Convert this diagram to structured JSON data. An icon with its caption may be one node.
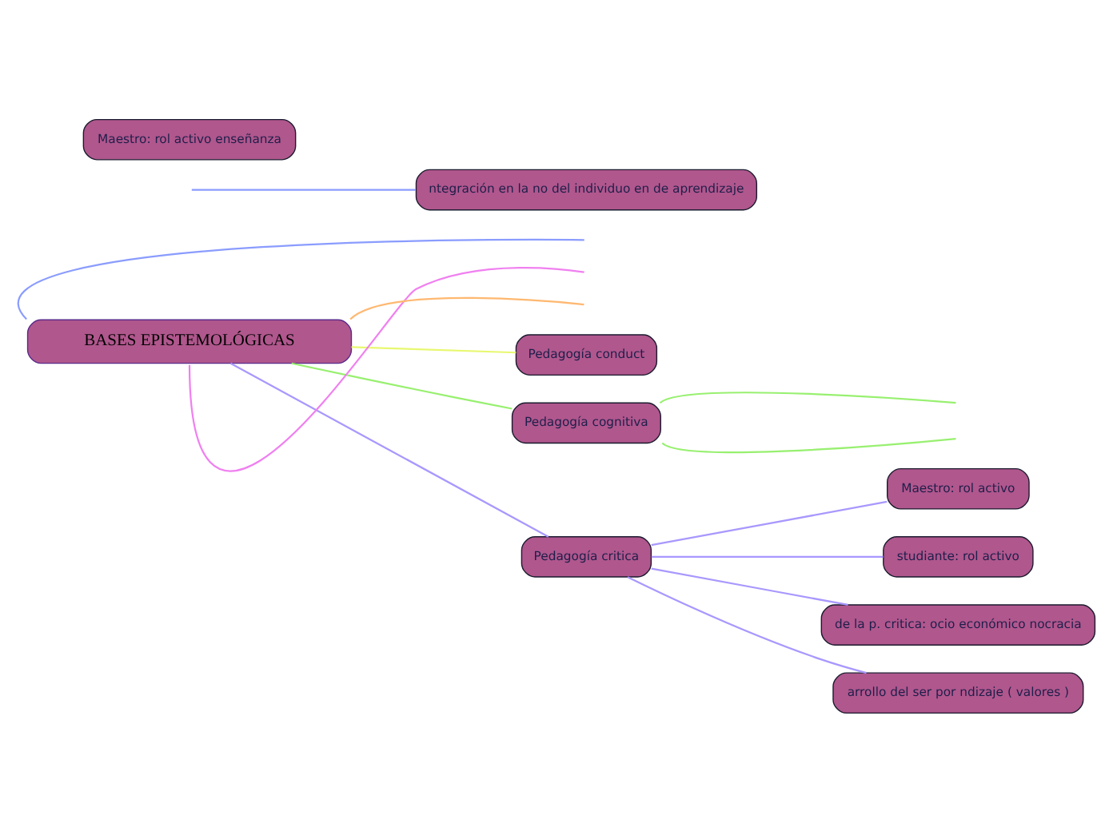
{
  "diagram": {
    "nodes": [
      {
        "text": [
          "BASES EPISTEMOLÓGICAS"
        ]
      },
      {
        "text": [
          "Pedagogía conduct"
        ]
      },
      {
        "text": [
          "Pedagogía cognitiva"
        ]
      },
      {
        "text": [
          "Pedagogía critica"
        ]
      },
      {
        "text": [
          "Maestro: rol activo"
        ]
      },
      {
        "text": [
          "studiante: rol activo"
        ]
      },
      {
        "text": [
          "de la p. critica: ocio económico nocracia"
        ]
      },
      {
        "text": [
          "arrollo del ser por ndizaje ( valores )"
        ]
      },
      {
        "text": [
          "ntegración en la no del individuo en de aprendizaje"
        ]
      },
      {
        "text": [
          "Maestro: rol activo enseñanza"
        ]
      }
    ],
    "edges": [
      {
        "from": 0,
        "to": null,
        "arrow": "none",
        "color": "#8a9cff"
      },
      {
        "from": 0,
        "to": null,
        "arrow": "none",
        "color": "#f080f0"
      },
      {
        "from": 0,
        "to": null,
        "arrow": "none",
        "color": "#ffb870"
      },
      {
        "from": 0,
        "to": 1,
        "arrow": "none",
        "color": "#e8f870"
      },
      {
        "from": 0,
        "to": 2,
        "arrow": "none",
        "color": "#98f070"
      },
      {
        "from": 0,
        "to": 3,
        "arrow": "none",
        "color": "#a898ff"
      },
      {
        "from": 3,
        "to": 4,
        "arrow": "none",
        "color": "#a898ff"
      },
      {
        "from": 3,
        "to": 5,
        "arrow": "none",
        "color": "#a898ff"
      },
      {
        "from": 3,
        "to": 6,
        "arrow": "none",
        "color": "#a898ff"
      },
      {
        "from": 3,
        "to": 7,
        "arrow": "none",
        "color": "#a898ff"
      },
      {
        "from": null,
        "to": 8,
        "arrow": "none",
        "color": "#8a9cff"
      },
      {
        "from": 2,
        "to": null,
        "arrow": "none",
        "color": "#98f070"
      },
      {
        "from": 2,
        "to": null,
        "arrow": "none",
        "color": "#98f070"
      }
    ]
  }
}
